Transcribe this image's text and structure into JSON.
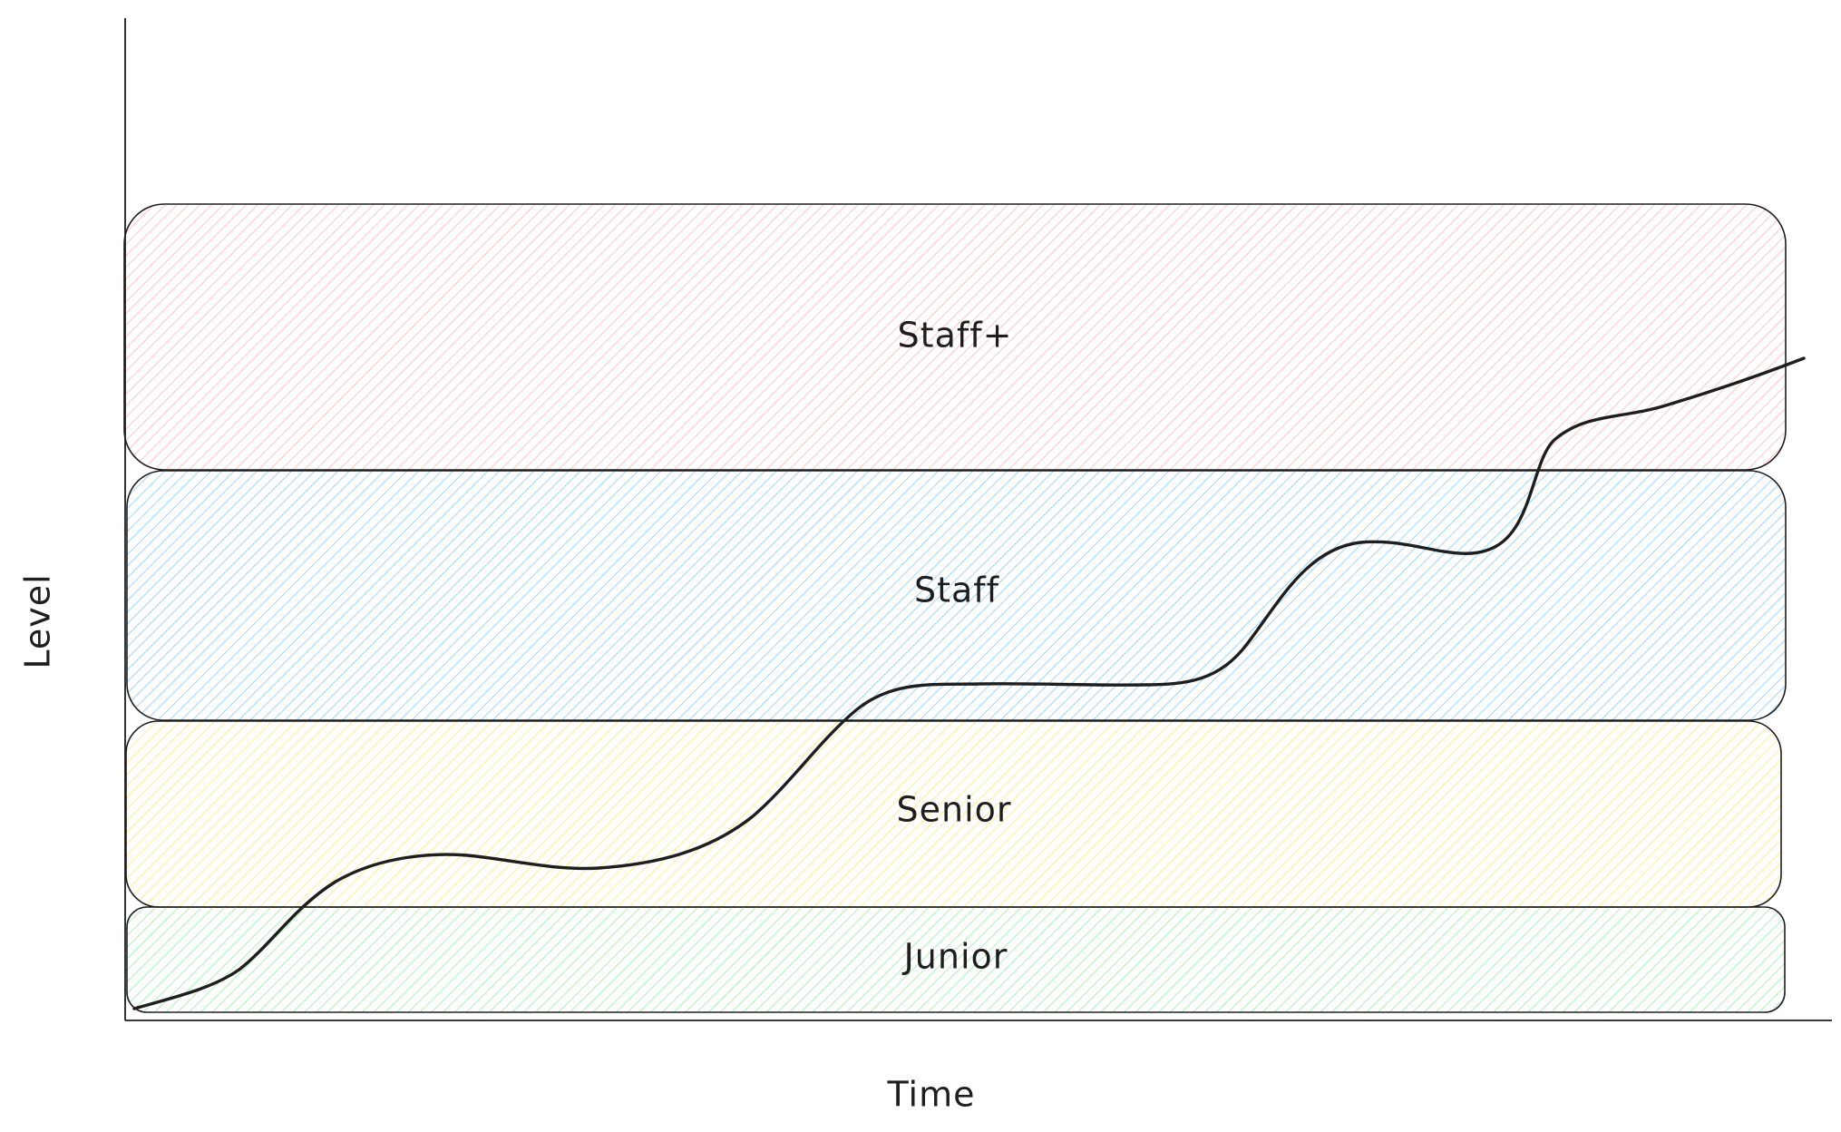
{
  "axes": {
    "x_label": "Time",
    "y_label": "Level"
  },
  "bands": [
    {
      "label": "Staff+",
      "color": "#ffc9c9"
    },
    {
      "label": "Staff",
      "color": "#a5d8ff"
    },
    {
      "label": "Senior",
      "color": "#ffec99"
    },
    {
      "label": "Junior",
      "color": "#b2f2bb"
    }
  ],
  "stroke_color": "#1e1e1e"
}
